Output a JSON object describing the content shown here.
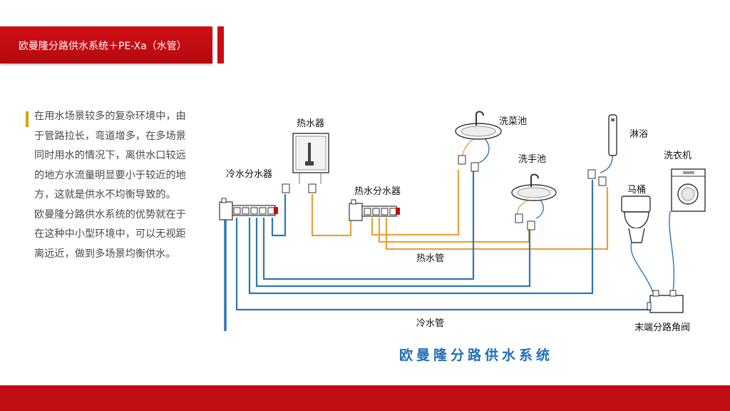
{
  "header": {
    "title": "欧曼隆分路供水系统＋PE-Xa（水管）"
  },
  "description": {
    "paragraph1": "在用水场景较多的复杂环境中，由于管路拉长，弯道增多，在多场景同时用水的情况下，离供水口较远的地方水流量明显要小于较近的地方，这就是供水不均衡导致的。",
    "paragraph2": "欧曼隆分路供水系统的优势就在于在这种中小型环境中，可以无视距离远近，做到多场景均衡供水。"
  },
  "diagram": {
    "title": "欧曼隆分路供水系统",
    "labels": {
      "cold_manifold": "冷水分水器",
      "water_heater": "热水器",
      "hot_manifold": "热水分水器",
      "kitchen_sink": "洗菜池",
      "hand_basin": "洗手池",
      "shower": "淋浴",
      "washing_machine": "洗衣机",
      "toilet": "马桶",
      "hot_pipe": "热水管",
      "cold_pipe": "冷水管",
      "end_valve": "末端分路角阀"
    },
    "colors": {
      "hot": "#e8a33a",
      "cold": "#2e75b5",
      "accent_red": "#c80c12"
    }
  }
}
